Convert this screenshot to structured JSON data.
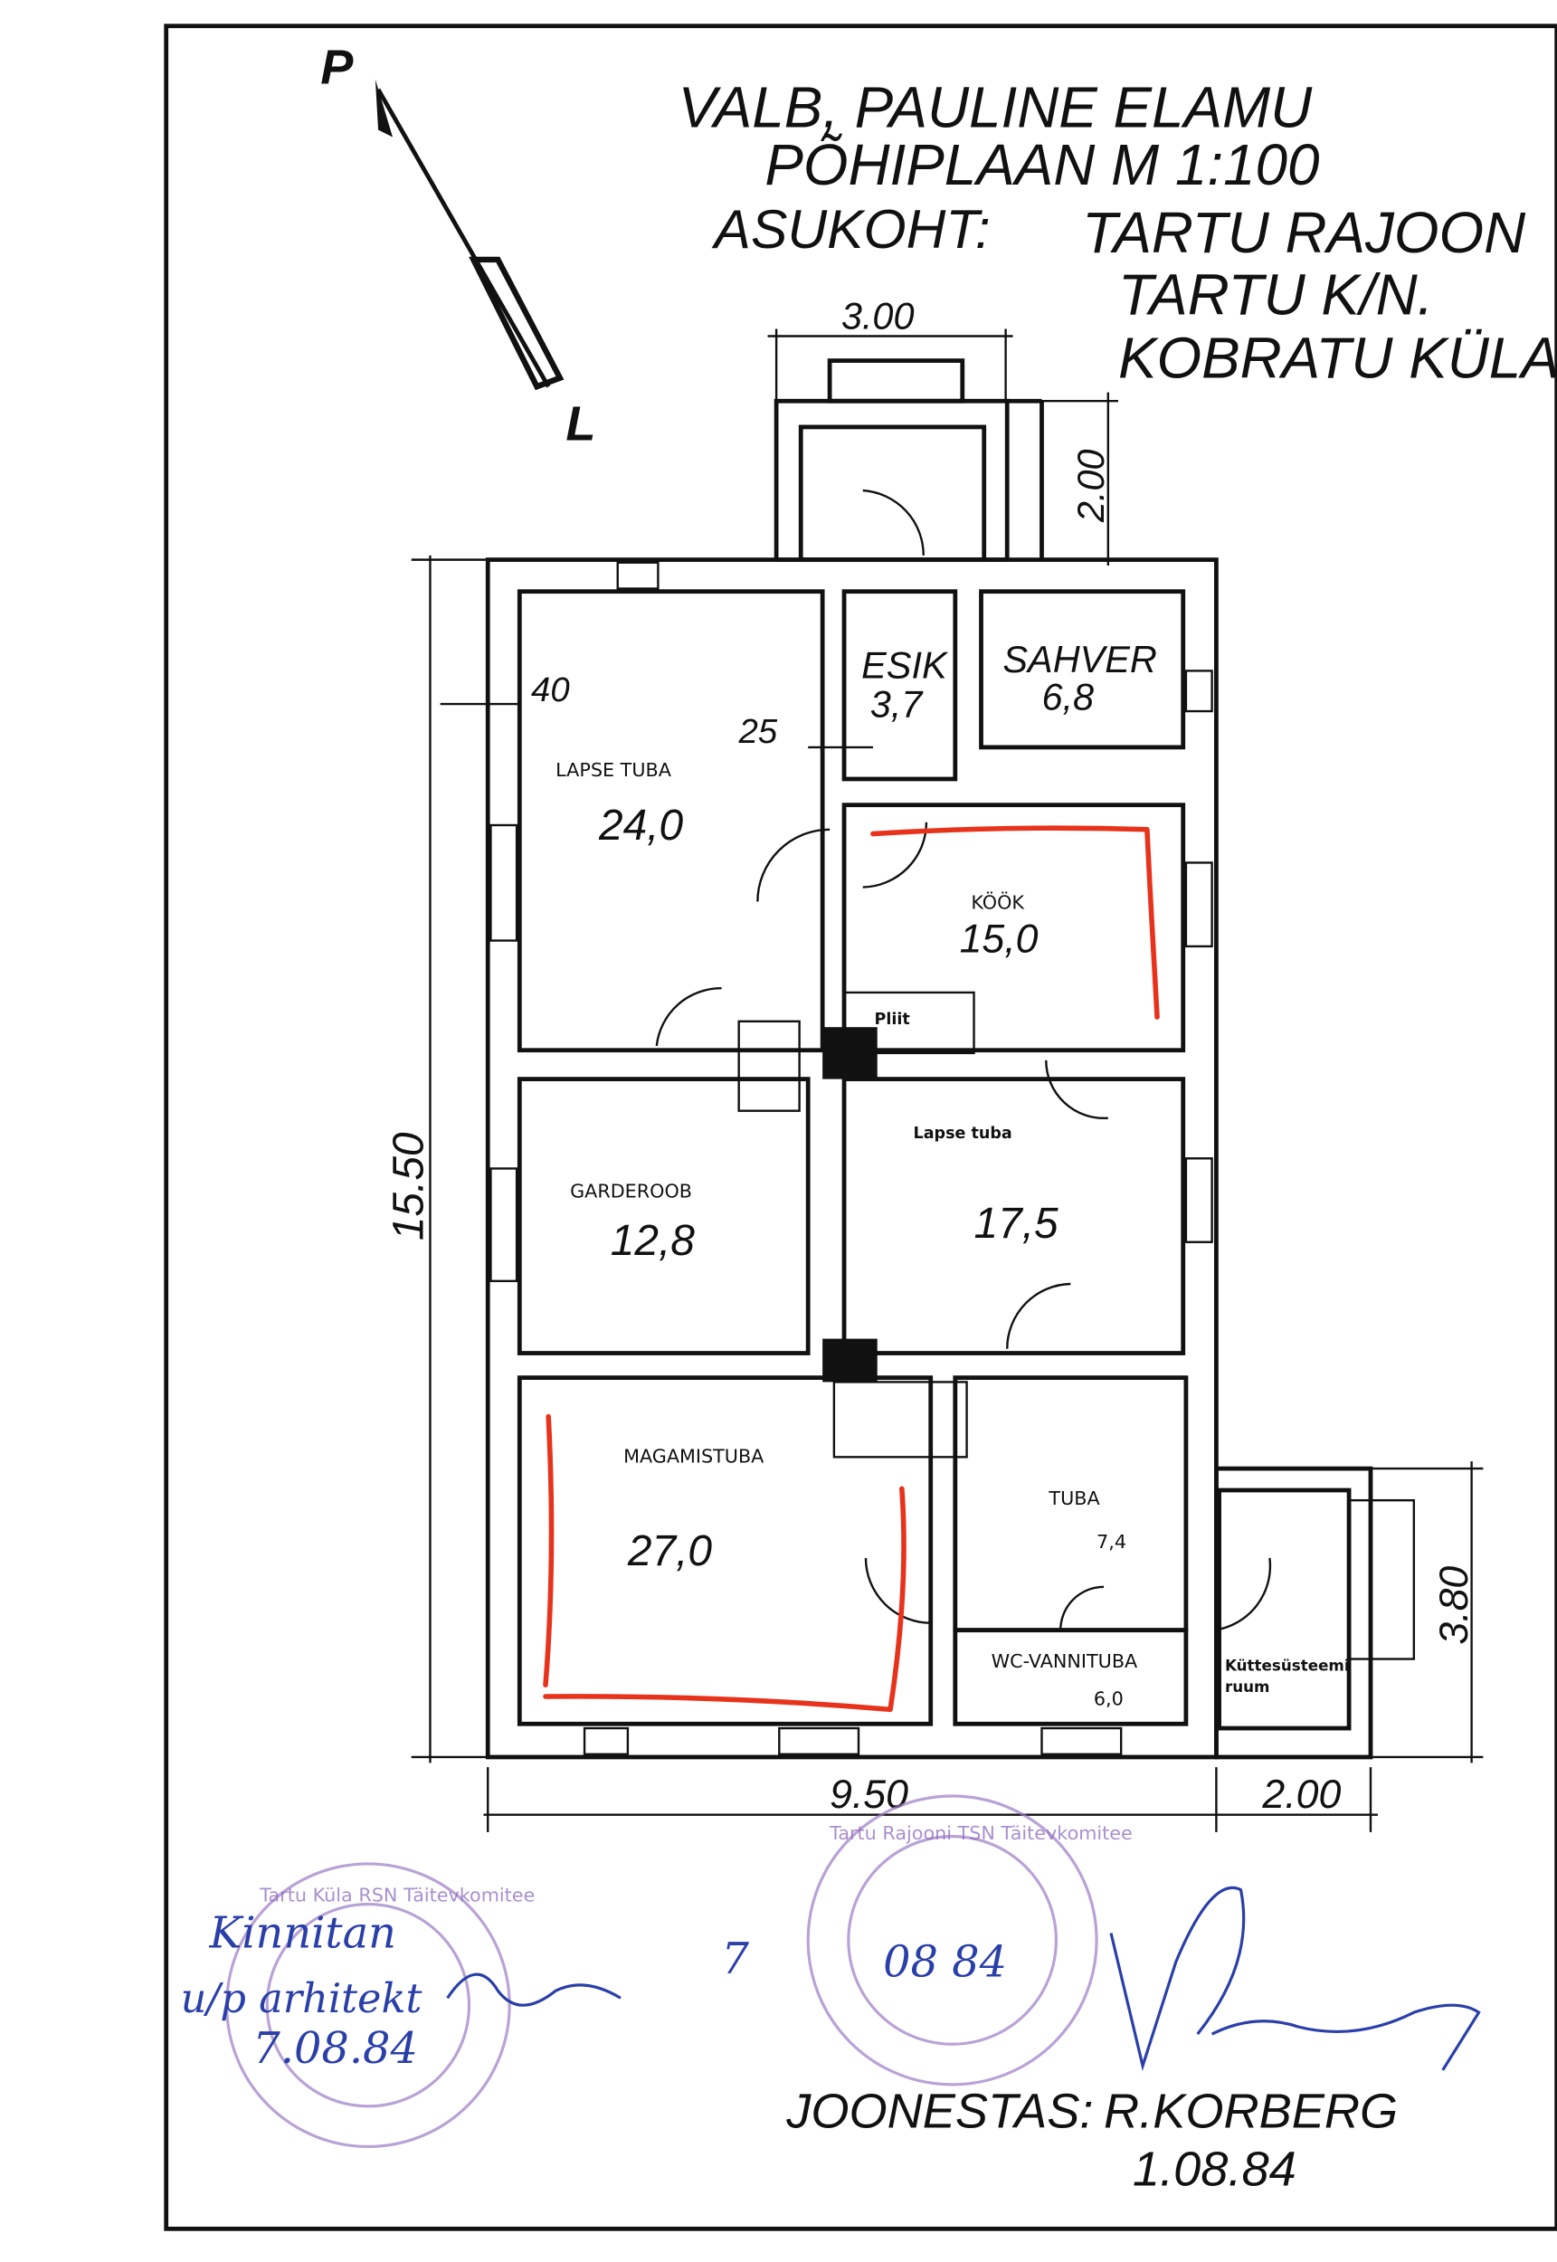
{
  "title": {
    "line1": "VALB, PAULINE   ELAMU",
    "line2": "PÕHIPLAAN  M 1:100",
    "location_label": "ASUKOHT:",
    "location_1": "TARTU RAJOON",
    "location_2": "TARTU K/N.",
    "location_3": "KOBRATU KÜLA"
  },
  "compass": {
    "north": "P",
    "south": "L"
  },
  "dimensions": {
    "porch_width": "3.00",
    "porch_depth": "2.00",
    "total_length": "15.50",
    "wall_thickness": "40",
    "partition_thickness": "25",
    "main_width": "9.50",
    "annex_width": "2.00",
    "annex_length": "3.80"
  },
  "rooms": {
    "esik": {
      "name": "ESIK",
      "area": "3,7"
    },
    "sahver": {
      "name": "SAHVER",
      "area": "6,8"
    },
    "lapse_tuba_1": {
      "name": "LAPSE TUBA",
      "area": "24,0"
    },
    "kook": {
      "name": "KÖÖK",
      "area": "15,0"
    },
    "pliit": {
      "name": "Pliit"
    },
    "lapse_tuba_2": {
      "name": "Lapse tuba",
      "area": "17,5"
    },
    "garderoob": {
      "name": "GARDEROOB",
      "area": "12,8"
    },
    "magamistuba": {
      "name": "MAGAMISTUBA",
      "area": "27,0"
    },
    "tuba": {
      "name": "TUBA",
      "area": "7,4"
    },
    "wc": {
      "name": "WC-VANNITUBA",
      "area": "6,0"
    },
    "kutte": {
      "name_1": "Küttesüsteemi",
      "name_2": "ruum"
    }
  },
  "approval": {
    "line1": "Kinnitan",
    "line2": "u/p arhitekt",
    "date": "7.08.84"
  },
  "stamp_center": {
    "date_day": "7",
    "date": "08  84",
    "text": "Tartu Rajooni TSN Täitevkomitee"
  },
  "stamp_left": {
    "text": "Tartu Küla RSN Täitevkomitee"
  },
  "drafter": {
    "label": "JOONESTAS:",
    "name": "R.KORBERG",
    "date": "1.08.84",
    "signature": "R.Korberg"
  },
  "colors": {
    "ink": "#111111",
    "red_marking": "#e8331c",
    "stamp": "#8d6bbd",
    "pen": "#2a3fa8"
  }
}
